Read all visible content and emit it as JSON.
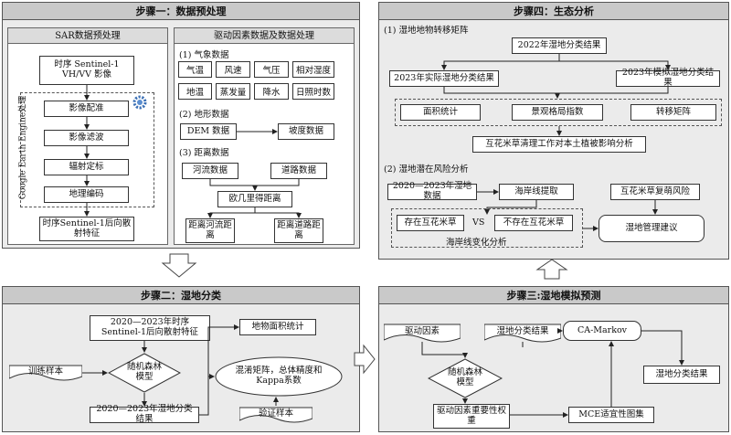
{
  "step1": {
    "title": "步骤一：数据预处理",
    "sar": {
      "title": "SAR数据预处理",
      "input": "时序 Sentinel-1 VH/VV 影像",
      "gee_label": "Google Earth Engine处理",
      "steps": [
        "影像配准",
        "影像滤波",
        "辐射定标",
        "地理编码"
      ],
      "output": "时序Sentinel-1后向散射特征"
    },
    "drivers": {
      "title": "驱动因素数据及数据处理",
      "meteo_label": "(1) 气象数据",
      "meteo_items": [
        "气温",
        "风速",
        "气压",
        "相对湿度",
        "地温",
        "蒸发量",
        "降水",
        "日照时数"
      ],
      "terrain_label": "(2) 地形数据",
      "dem": "DEM 数据",
      "slope": "坡度数据",
      "distance_label": "(3) 距离数据",
      "river": "河流数据",
      "road": "道路数据",
      "euclid": "欧几里得距离",
      "river_dist": "距离河流距离",
      "road_dist": "距离道路距离"
    }
  },
  "step2": {
    "title": "步骤二：湿地分类",
    "feature": "2020—2023年时序Sentinel-1后向散射特征",
    "train": "训练样本",
    "rf": "随机森林模型",
    "result": "2020—2023年湿地分类结果",
    "area": "地物面积统计",
    "accuracy": "混淆矩阵，总体精度和Kappa系数",
    "valid": "验证样本"
  },
  "step3": {
    "title": "步骤三:湿地模拟预测",
    "drivers": "驱动因素",
    "wetland": "湿地分类结果",
    "camarkov": "CA-Markov",
    "rf": "随机森林模型",
    "importance": "驱动因素重要性权重",
    "mce": "MCE适宜性图集",
    "output": "湿地分类结果"
  },
  "step4": {
    "title": "步骤四：生态分析",
    "sec1": "(1) 湿地地物转移矩阵",
    "result2022": "2022年湿地分类结果",
    "actual2023": "2023年实际湿地分类结果",
    "sim2023": "2023年模拟湿地分类结果",
    "metrics": [
      "面积统计",
      "景观格局指数",
      "转移矩阵"
    ],
    "impact": "互花米草清理工作对本土植被影响分析",
    "sec2": "(2) 湿地潜在风险分析",
    "data2020": "2020—2023年湿地数据",
    "coast": "海岸线提取",
    "regrowth": "互花米草复萌风险",
    "present": "存在互花米草",
    "vs": "VS",
    "absent": "不存在互花米草",
    "coast_change": "海岸线变化分析",
    "mgmt": "湿地管理建议"
  }
}
